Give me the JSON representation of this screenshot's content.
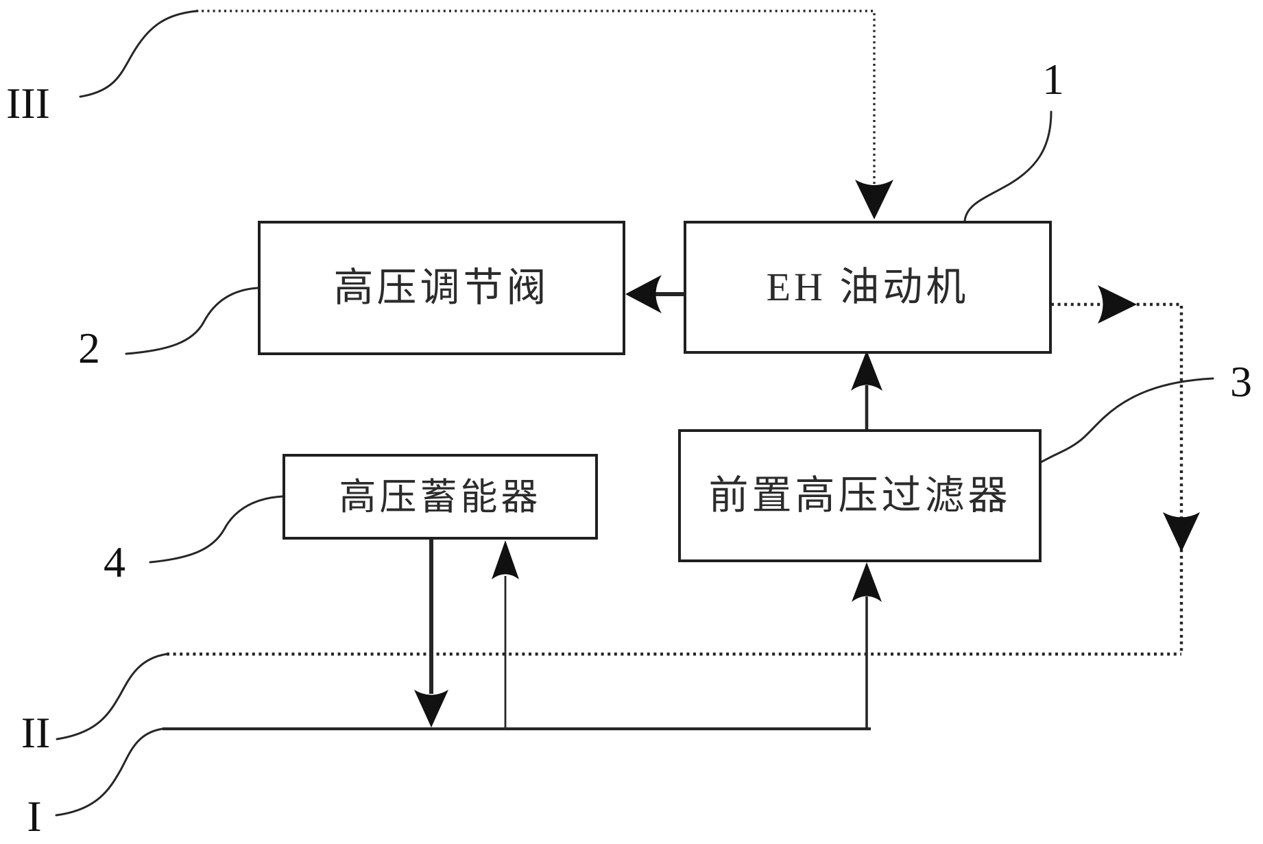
{
  "diagram": {
    "background": "#ffffff",
    "line_color": "#262626",
    "boxes": {
      "valve": {
        "label": "高压调节阀",
        "ref": "2"
      },
      "eh_actuator": {
        "label": "EH 油动机",
        "ref": "1"
      },
      "prefilter": {
        "label": "前置高压过滤器",
        "ref": "3"
      },
      "accumulator": {
        "label": "高压蓄能器",
        "ref": "4"
      }
    },
    "callouts": {
      "n1": "1",
      "n2": "2",
      "n3": "3",
      "n4": "4",
      "roman1": "I",
      "roman2": "II",
      "roman3": "III"
    }
  }
}
